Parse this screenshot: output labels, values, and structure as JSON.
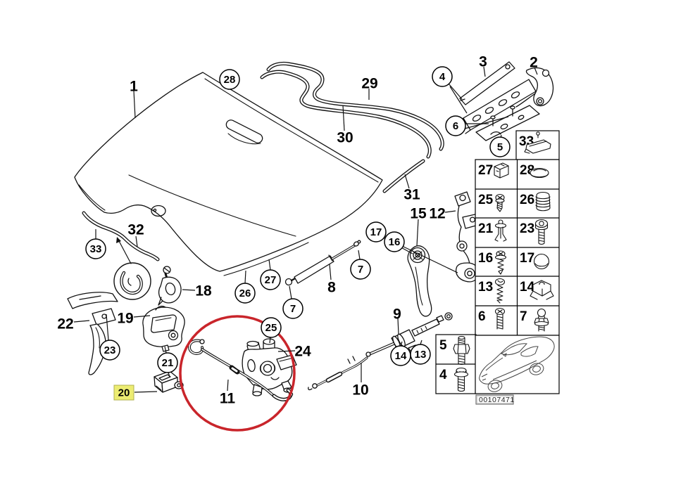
{
  "diagram": {
    "callouts": {
      "c1": "1",
      "c2": "2",
      "c3": "3",
      "c8": "8",
      "c9": "9",
      "c10": "10",
      "c11": "11",
      "c12": "12",
      "c15": "15",
      "c18": "18",
      "c19": "19",
      "c20": "20",
      "c22": "22",
      "c24": "24",
      "c29": "29",
      "c30": "30",
      "c31": "31",
      "c32": "32"
    },
    "circled": {
      "c4": "4",
      "c5": "5",
      "c6": "6",
      "c7": "7",
      "c13": "13",
      "c14": "14",
      "c16": "16",
      "c17": "17",
      "c21": "21",
      "c23": "23",
      "c25": "25",
      "c26": "26",
      "c27": "27",
      "c28": "28",
      "c33": "33"
    }
  },
  "parts_grid": {
    "cells": [
      {
        "number": "33",
        "icon": "sliding-block-clip"
      },
      {
        "number": "27",
        "icon": "spring-clip"
      },
      {
        "number": "28",
        "icon": "oval-plug"
      },
      {
        "number": "25",
        "icon": "pan-head-screw"
      },
      {
        "number": "26",
        "icon": "ribbed-plug"
      },
      {
        "number": "21",
        "icon": "expansion-rivet"
      },
      {
        "number": "23",
        "icon": "socket-bolt"
      },
      {
        "number": "16",
        "icon": "washer-screw"
      },
      {
        "number": "17",
        "icon": "cap"
      },
      {
        "number": "13",
        "icon": "long-screw"
      },
      {
        "number": "14",
        "icon": "cage-nut"
      },
      {
        "number": "6",
        "icon": "machine-screw"
      },
      {
        "number": "7",
        "icon": "ball-stud"
      },
      {
        "number": "5",
        "icon": "stud-with-nut"
      },
      {
        "number": "4",
        "icon": "flange-bolt"
      }
    ]
  },
  "footer": {
    "part_number": "00107471"
  },
  "colors": {
    "red_highlight": "#c9252b",
    "yellow_highlight": "#ecec72",
    "line": "#111111"
  }
}
